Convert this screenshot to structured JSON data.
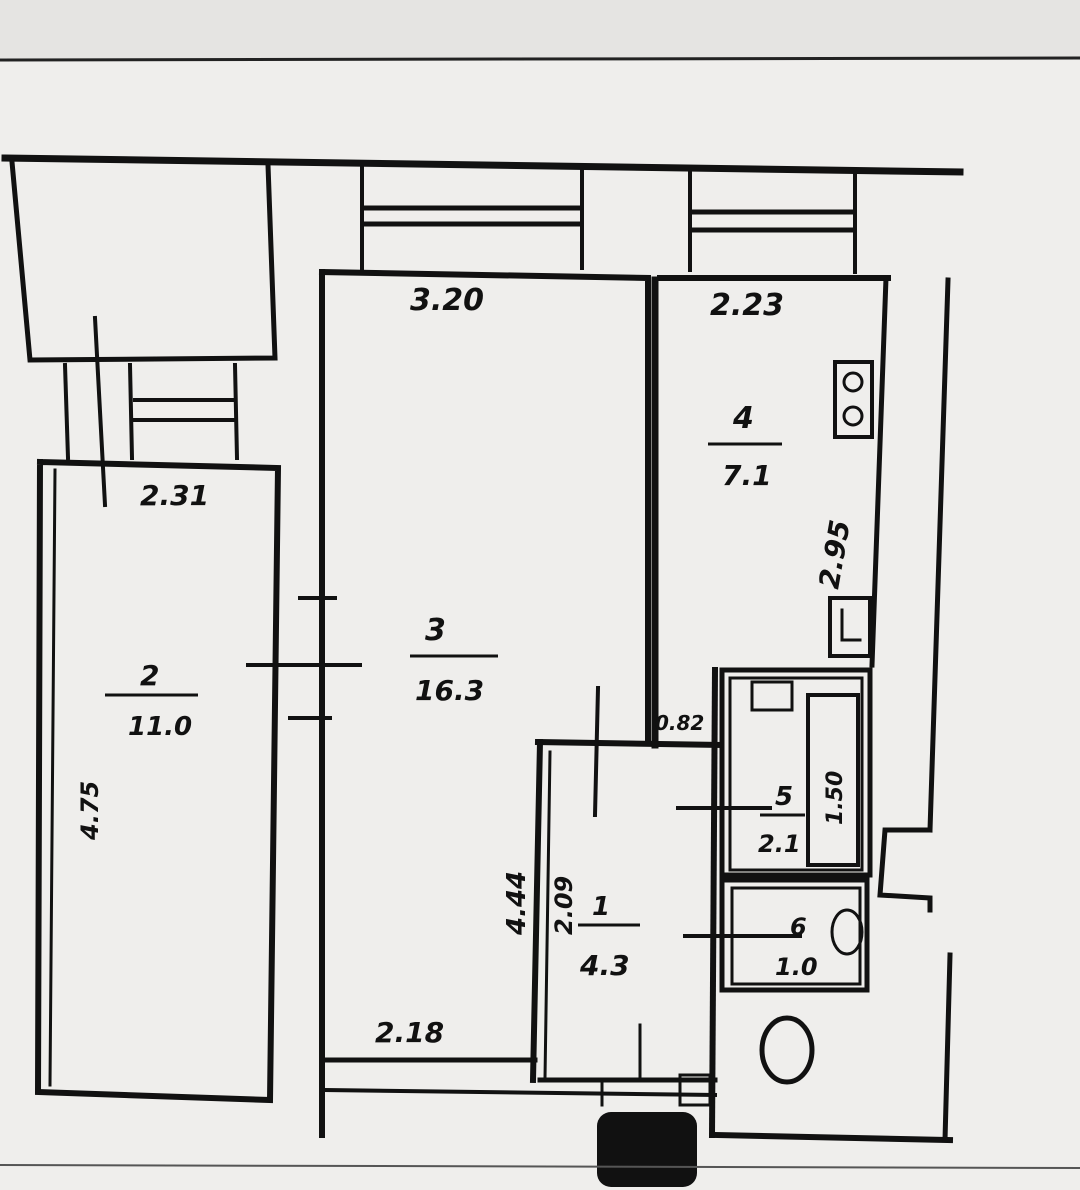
{
  "plan": {
    "colors": {
      "paper": "#efeeec",
      "ink": "#111111",
      "background": "#e8e6e3"
    },
    "rooms": [
      {
        "id": "room-1",
        "number": "1",
        "area": "4.3"
      },
      {
        "id": "room-2",
        "number": "2",
        "area": "11.0"
      },
      {
        "id": "room-3",
        "number": "3",
        "area": "16.3"
      },
      {
        "id": "room-4",
        "number": "4",
        "area": "7.1"
      },
      {
        "id": "room-5",
        "number": "5",
        "area": "2.1"
      },
      {
        "id": "room-6",
        "number": "6",
        "area": "1.0"
      }
    ],
    "dimensions": {
      "room3_top": "3.20",
      "room4_top": "2.23",
      "room2_top": "2.31",
      "room3_bottom": "2.18",
      "room4_side": "2.95",
      "room2_side": "4.75",
      "room3_side": "4.44",
      "room1_side": "2.09",
      "corridor_gap": "0.82",
      "bath_side": "1.50"
    }
  }
}
